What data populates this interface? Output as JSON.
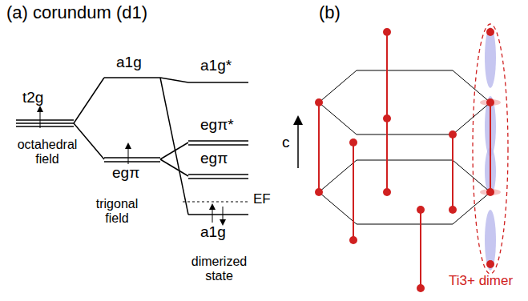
{
  "diagram": {
    "labels": [
      "(a) corundum (d1)",
      "t2g",
      "octahedral field",
      "a1g",
      "egπ",
      "trigonal field",
      "a1g*",
      "egπ*",
      "egπ",
      "EF",
      "a1g",
      "dimerized state",
      "(b)",
      "c",
      "Ti3+ dimer"
    ]
  }
}
